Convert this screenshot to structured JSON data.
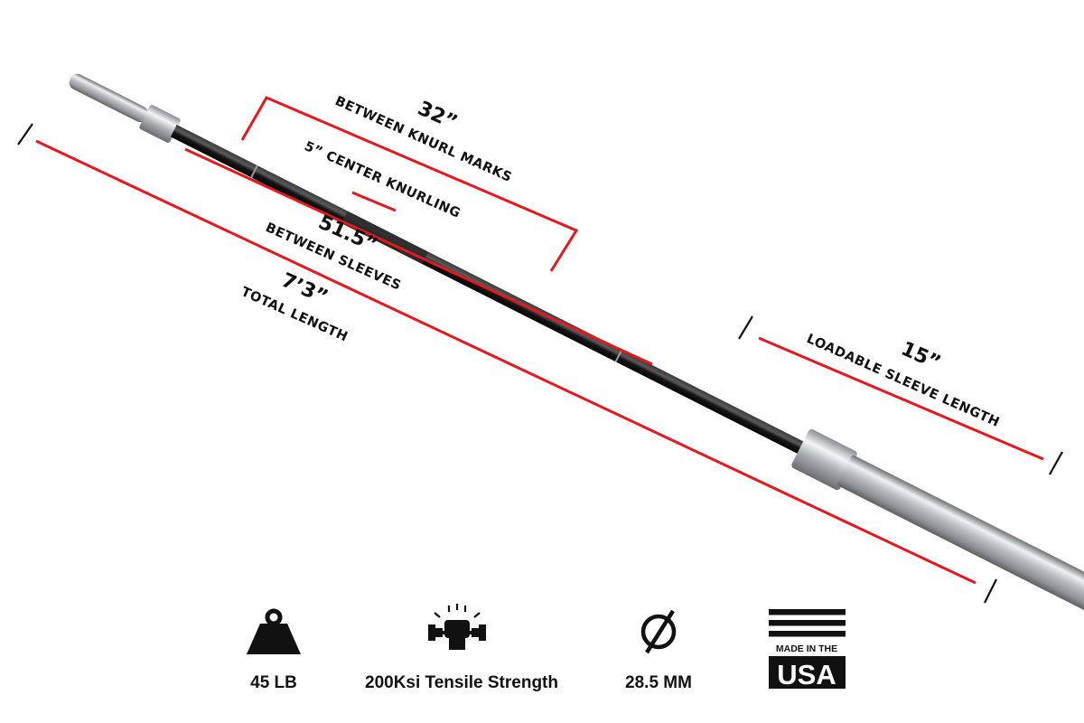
{
  "dimensions": {
    "knurl_marks": {
      "value": "32”",
      "label": "BETWEEN KNURL MARKS"
    },
    "center_knurling": {
      "label": "5” CENTER KNURLING"
    },
    "between_sleeves": {
      "value": "51.5”",
      "label": "BETWEEN SLEEVES"
    },
    "total_length": {
      "value": "7’3”",
      "label": "TOTAL LENGTH"
    },
    "sleeve_length": {
      "value": "15”",
      "label": "LOADABLE SLEEVE LENGTH"
    }
  },
  "features": [
    {
      "icon": "weight-icon",
      "label": "45 LB"
    },
    {
      "icon": "grip-strength-icon",
      "label": "200Ksi Tensile Strength"
    },
    {
      "icon": "diameter-icon",
      "label": "28.5 MM"
    },
    {
      "icon": "usa-flag-icon",
      "label": "MADE IN THE",
      "sublabel": "USA"
    }
  ],
  "colors": {
    "accent": "#e3191f",
    "text": "#111111",
    "bar_black": "#1b1b1b",
    "chrome": "#c7c9cb"
  }
}
